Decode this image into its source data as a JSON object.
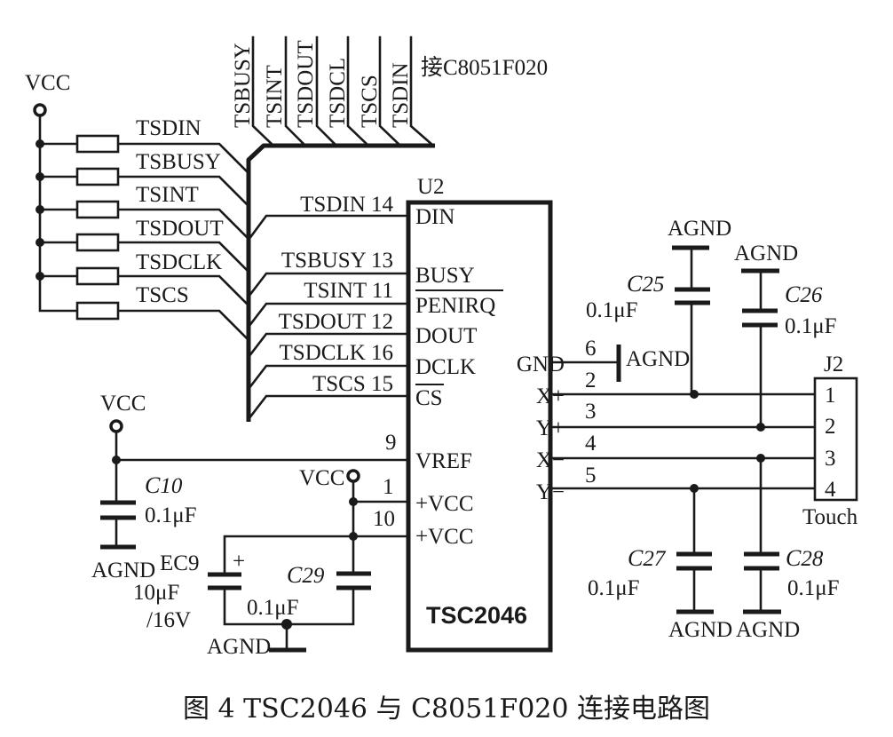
{
  "caption": "图 4  TSC2046 与 C8051F020 连接电路图",
  "mcu_label": "接C8051F020",
  "power": {
    "vcc": "VCC",
    "agnd": "AGND"
  },
  "pullup_network": {
    "signals": [
      "TSDIN",
      "TSBUSY",
      "TSINT",
      "TSDOUT",
      "TSDCLK",
      "TSCS"
    ]
  },
  "mcu_bus_signals": [
    "TSBUSY",
    "TSINT",
    "TSDOUT",
    "TSDCL",
    "TSCS",
    "TSDIN"
  ],
  "ic": {
    "ref": "U2",
    "part": "TSC2046",
    "left_pins": [
      {
        "net": "TSDIN",
        "num": "14",
        "name": "DIN",
        "overline": false
      },
      {
        "net": "TSBUSY",
        "num": "13",
        "name": "BUSY",
        "overline": false
      },
      {
        "net": "TSINT",
        "num": "11",
        "name": "PENIRQ",
        "overline": true
      },
      {
        "net": "TSDOUT",
        "num": "12",
        "name": "DOUT",
        "overline": false
      },
      {
        "net": "TSDCLK",
        "num": "16",
        "name": "DCLK",
        "overline": false
      },
      {
        "net": "TSCS",
        "num": "15",
        "name": "CS",
        "overline": true
      },
      {
        "net": "",
        "num": "9",
        "name": "VREF",
        "overline": false
      },
      {
        "net": "",
        "num": "1",
        "name": "+VCC",
        "overline": false
      },
      {
        "net": "",
        "num": "10",
        "name": "+VCC",
        "overline": false
      }
    ],
    "right_pins": [
      {
        "num": "6",
        "name": "GND"
      },
      {
        "num": "2",
        "name": "X+"
      },
      {
        "num": "3",
        "name": "Y+"
      },
      {
        "num": "4",
        "name": "X−"
      },
      {
        "num": "5",
        "name": "Y−"
      }
    ]
  },
  "connector": {
    "ref": "J2",
    "name": "Touch",
    "pins": [
      "1",
      "2",
      "3",
      "4"
    ]
  },
  "capacitors": [
    {
      "ref": "C25",
      "value": "0.1μF"
    },
    {
      "ref": "C26",
      "value": "0.1μF"
    },
    {
      "ref": "C27",
      "value": "0.1μF"
    },
    {
      "ref": "C28",
      "value": "0.1μF"
    },
    {
      "ref": "C10",
      "value": "0.1μF"
    },
    {
      "ref": "C29",
      "value": "0.1μF"
    },
    {
      "ref": "EC9",
      "value": "10μF",
      "rating": "/16V",
      "polarity": "+"
    }
  ]
}
